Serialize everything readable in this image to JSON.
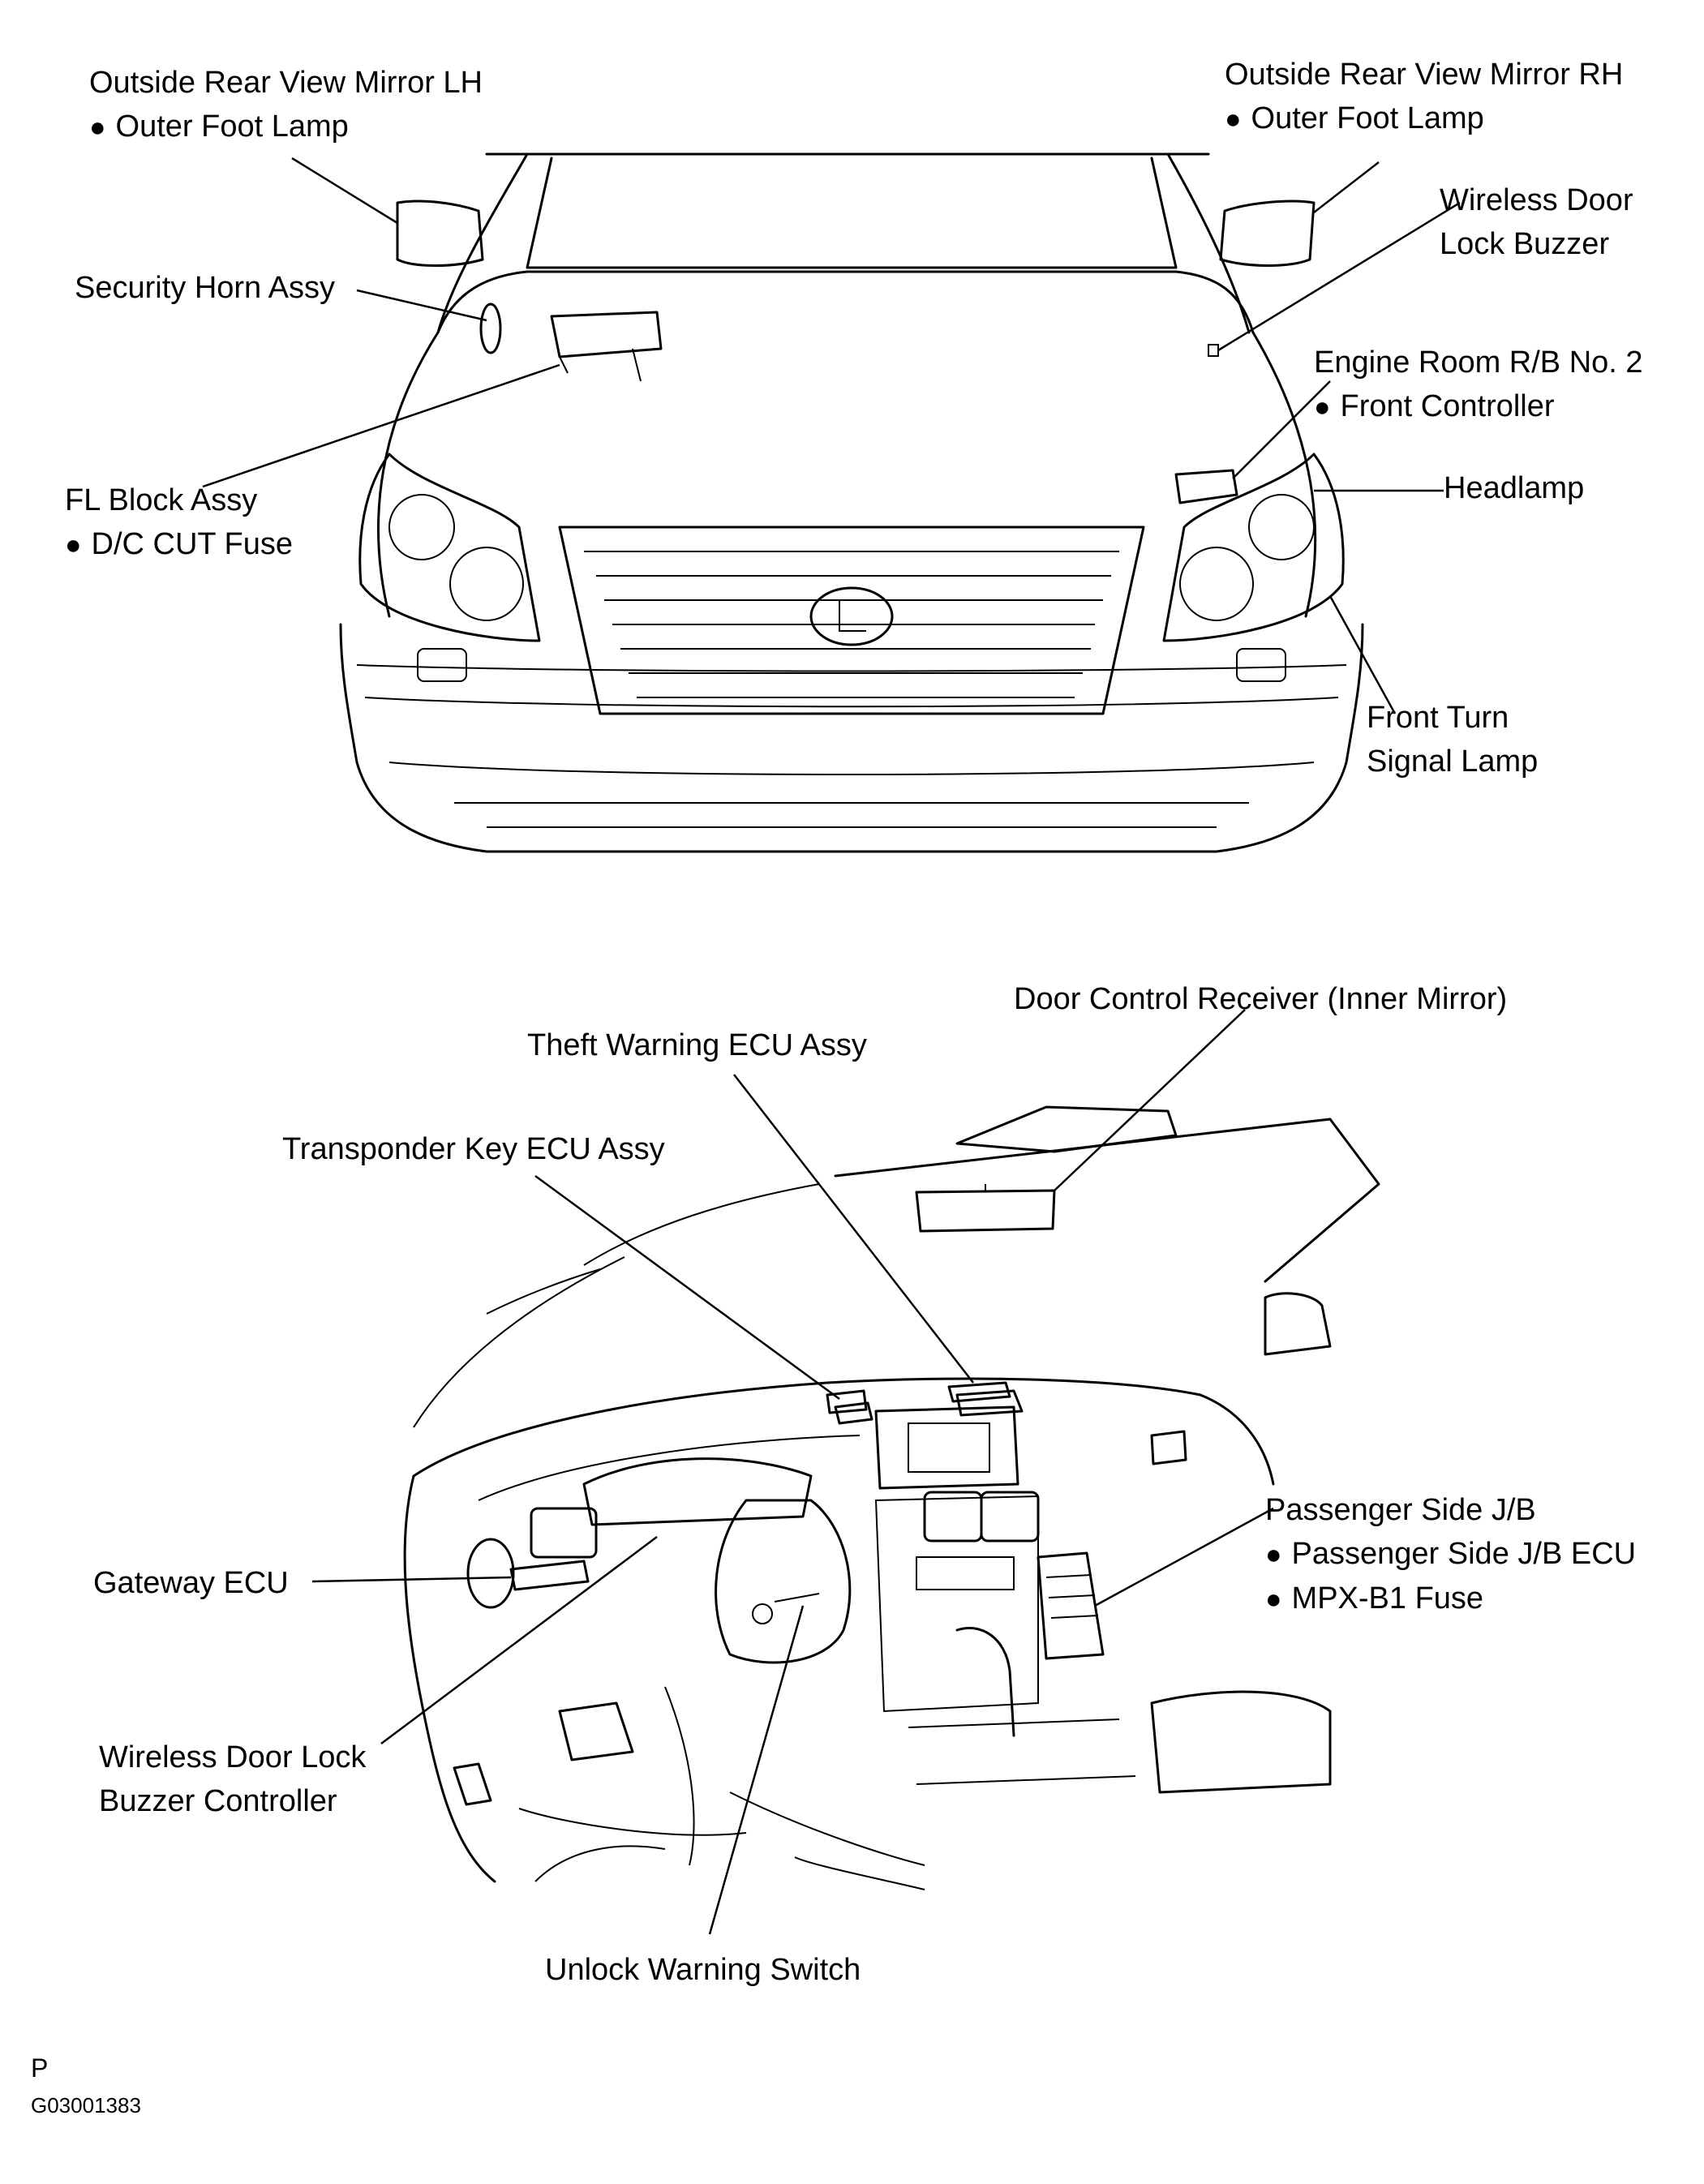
{
  "labels": {
    "mirror_lh": {
      "title": "Outside Rear View Mirror LH",
      "sub": "Outer Foot Lamp"
    },
    "mirror_rh": {
      "title": "Outside Rear View Mirror RH",
      "sub": "Outer Foot Lamp"
    },
    "wireless_buzzer": {
      "line1": "Wireless Door",
      "line2": "Lock Buzzer"
    },
    "security_horn": "Security Horn Assy",
    "engine_rb": {
      "title": "Engine Room R/B No. 2",
      "sub": "Front Controller"
    },
    "fl_block": {
      "title": "FL Block Assy",
      "sub": "D/C CUT Fuse"
    },
    "headlamp": "Headlamp",
    "front_turn": {
      "line1": "Front Turn",
      "line2": "Signal Lamp"
    },
    "door_receiver": "Door Control Receiver (Inner Mirror)",
    "theft_ecu": "Theft Warning ECU Assy",
    "transponder_ecu": "Transponder Key ECU Assy",
    "passenger_jb": {
      "title": "Passenger Side J/B",
      "sub1": "Passenger Side J/B ECU",
      "sub2": "MPX-B1 Fuse"
    },
    "gateway_ecu": "Gateway ECU",
    "wireless_controller": {
      "line1": "Wireless Door Lock",
      "line2": "Buzzer Controller"
    },
    "unlock_switch": "Unlock Warning Switch"
  },
  "footer": {
    "code_letter": "P",
    "figure_id": "G03001383"
  }
}
